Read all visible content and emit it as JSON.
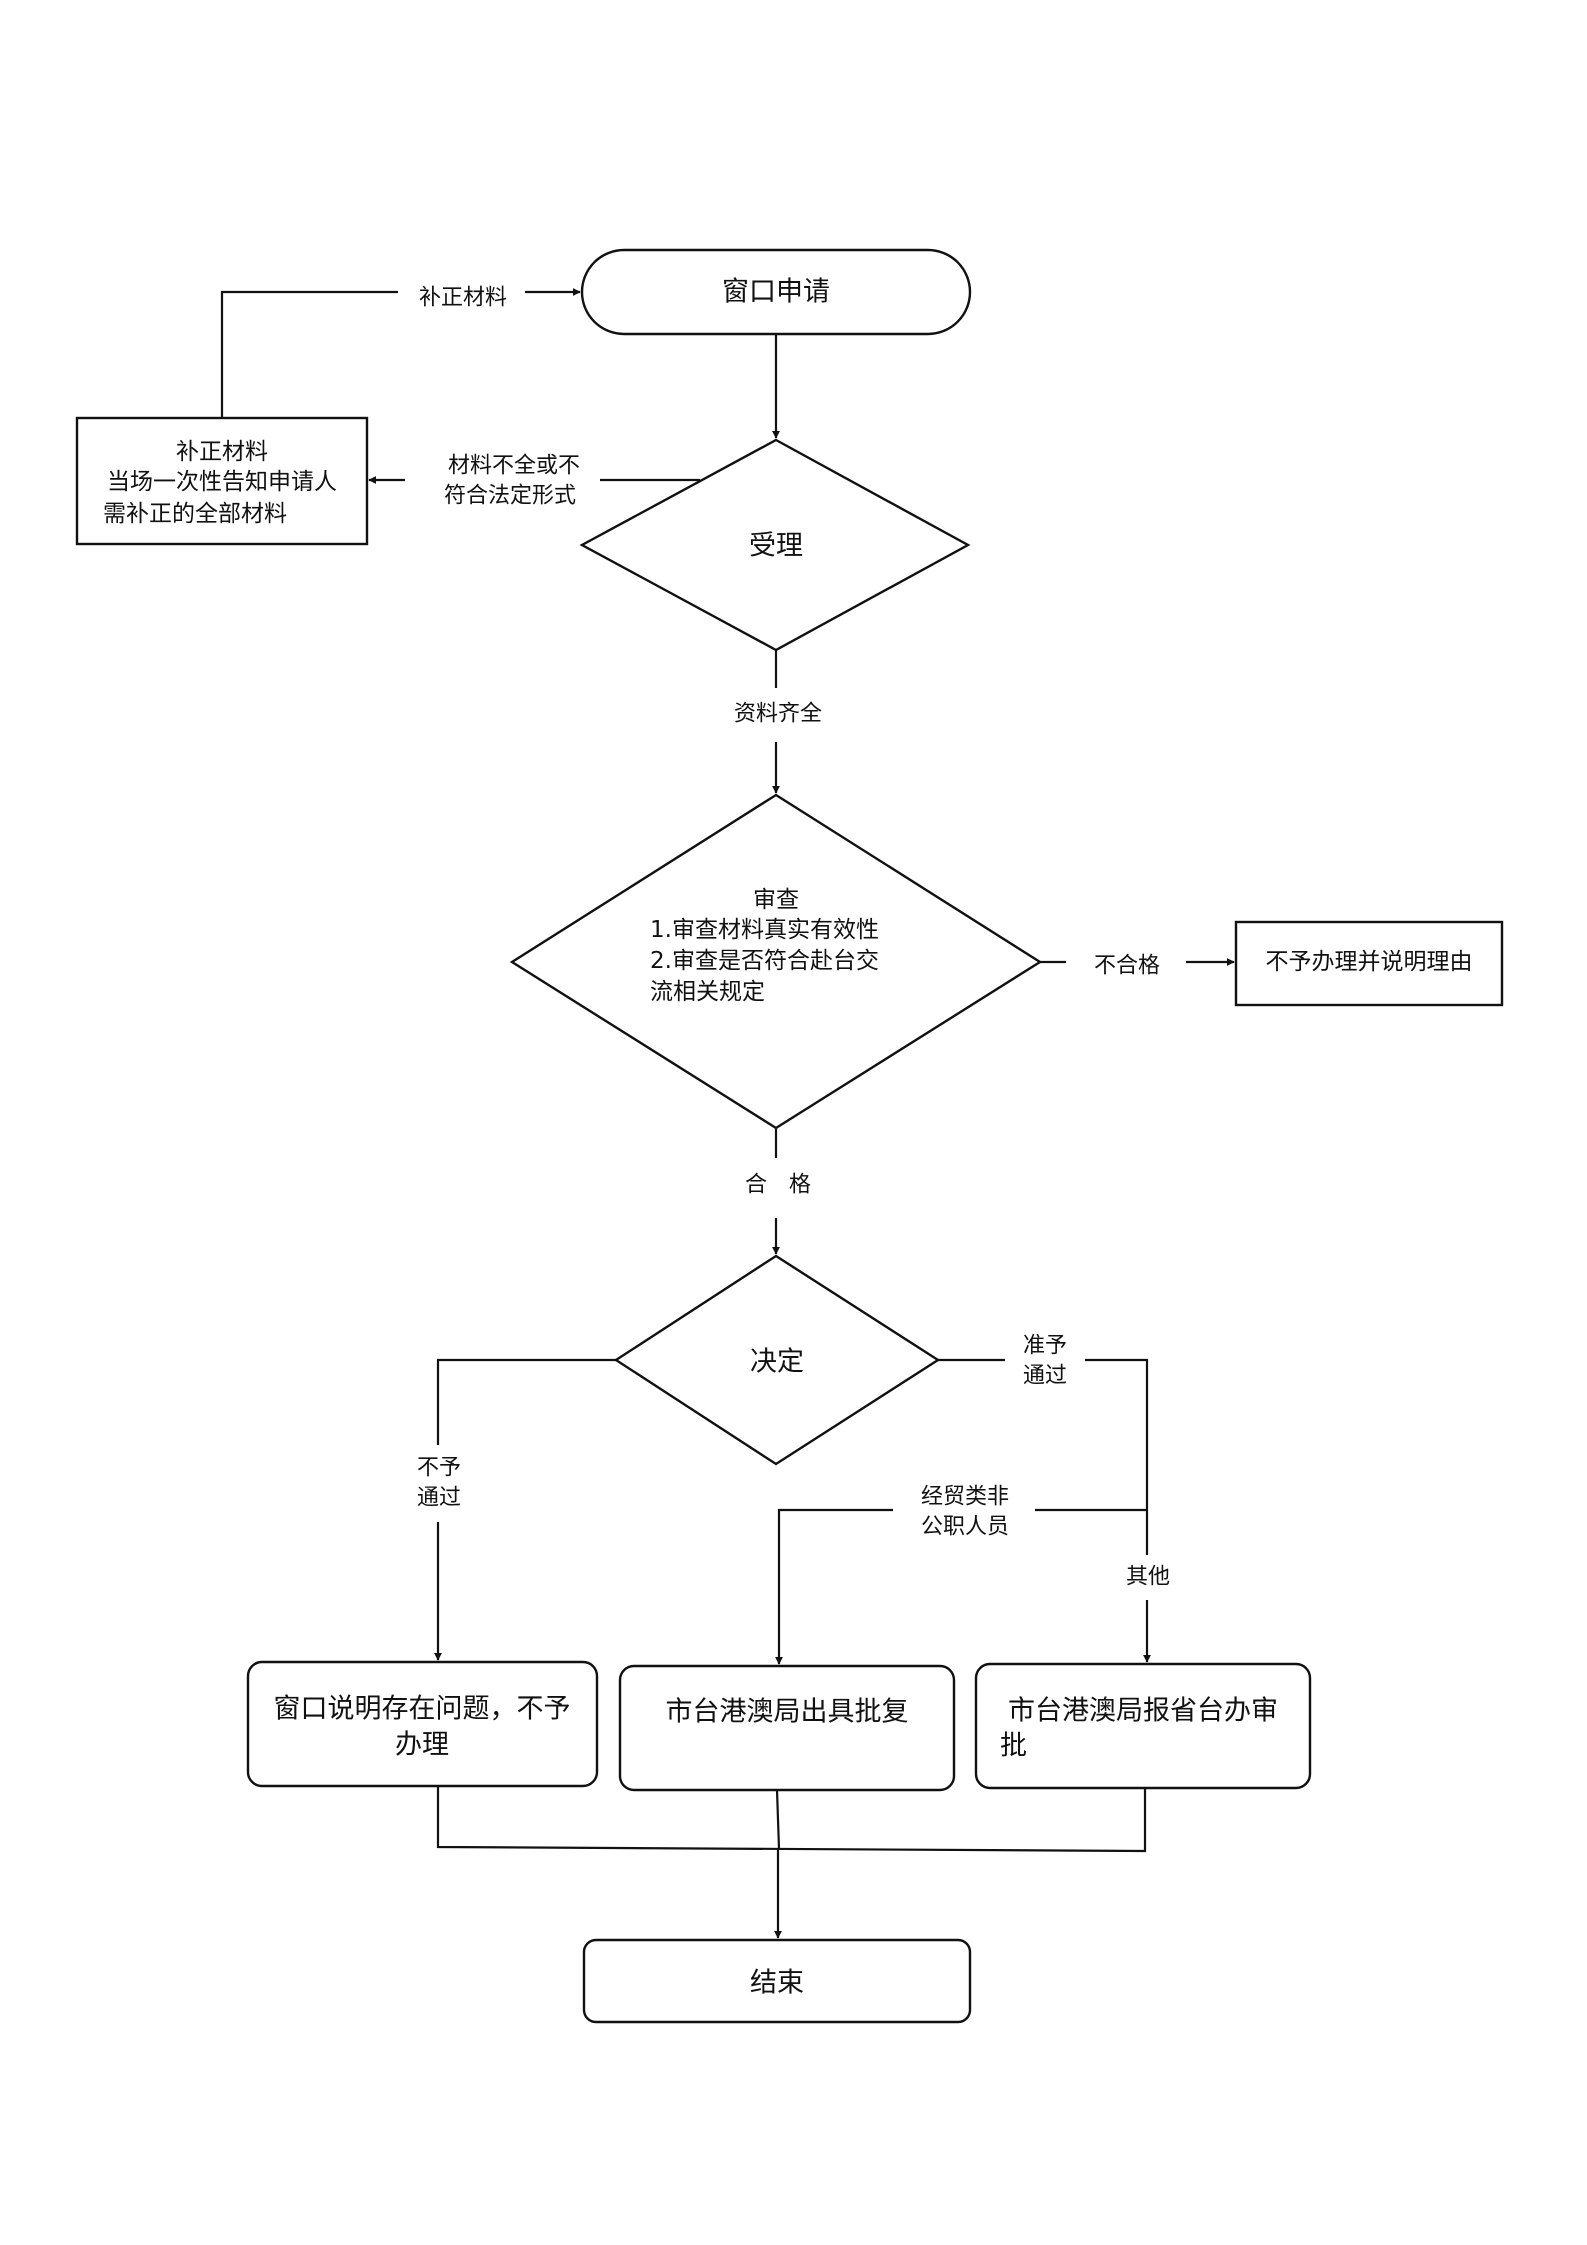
{
  "nodes": {
    "start": "窗口申请",
    "accept": "受理",
    "correct_box": [
      "补正材料",
      "当场一次性告知申请人",
      "需补正的全部材料"
    ],
    "review": [
      "审查",
      "1.审查材料真实有效性",
      "2.审查是否符合赴台交",
      "流相关规定"
    ],
    "reject_box": "不予办理并说明理由",
    "decide": "决定",
    "window_no": [
      "窗口说明存在问题，不予",
      "办理"
    ],
    "city_reply": "市台港澳局出具批复",
    "report_province": [
      "市台港澳局报省台办审",
      "批"
    ],
    "end": "结束"
  },
  "edges": {
    "resubmit": "补正材料",
    "incomplete": [
      "材料不全或不",
      "符合法定形式"
    ],
    "complete": "资料齐全",
    "unqualified": "不合格",
    "qualified": "合　格",
    "not_approved": [
      "不予",
      "通过"
    ],
    "approved": [
      "准予",
      "通过"
    ],
    "trade_non_public": [
      "经贸类非",
      "公职人员"
    ],
    "other": "其他"
  }
}
